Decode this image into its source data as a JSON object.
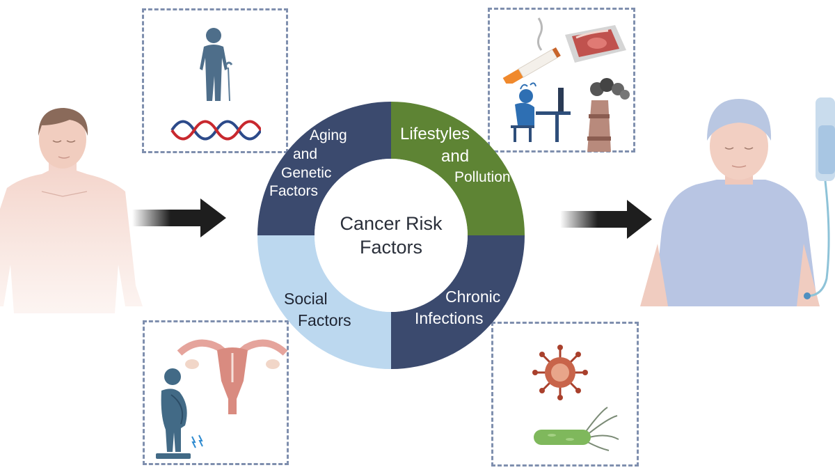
{
  "diagram": {
    "center_title_line1": "Cancer Risk",
    "center_title_line2": "Factors",
    "segments": [
      {
        "key": "aging",
        "lines": [
          "Aging",
          "and",
          "Genetic",
          "Factors"
        ],
        "color": "#3b4a6e",
        "icons": [
          "elderly-person-with-cane-icon",
          "dna-double-helix-icon"
        ]
      },
      {
        "key": "lifestyle",
        "lines": [
          "Lifestyles",
          "and",
          "Pollution"
        ],
        "color": "#5e8434",
        "icons": [
          "cigarette-icon",
          "red-meat-tray-icon",
          "stressed-office-worker-icon",
          "smokestack-pollution-icon"
        ]
      },
      {
        "key": "chronic",
        "lines": [
          "Chronic",
          "Infections"
        ],
        "color": "#3b4a6e",
        "icons": [
          "virus-icon",
          "bacterium-icon"
        ]
      },
      {
        "key": "social",
        "lines": [
          "Social",
          "Factors"
        ],
        "color": "#bcd8ef",
        "icons": [
          "obese-person-on-scale-icon",
          "uterus-icon"
        ]
      }
    ],
    "left_figure": "healthy-person-icon",
    "right_figure": "cancer-patient-with-iv-icon",
    "arrow_color": "#1e1e1e"
  }
}
